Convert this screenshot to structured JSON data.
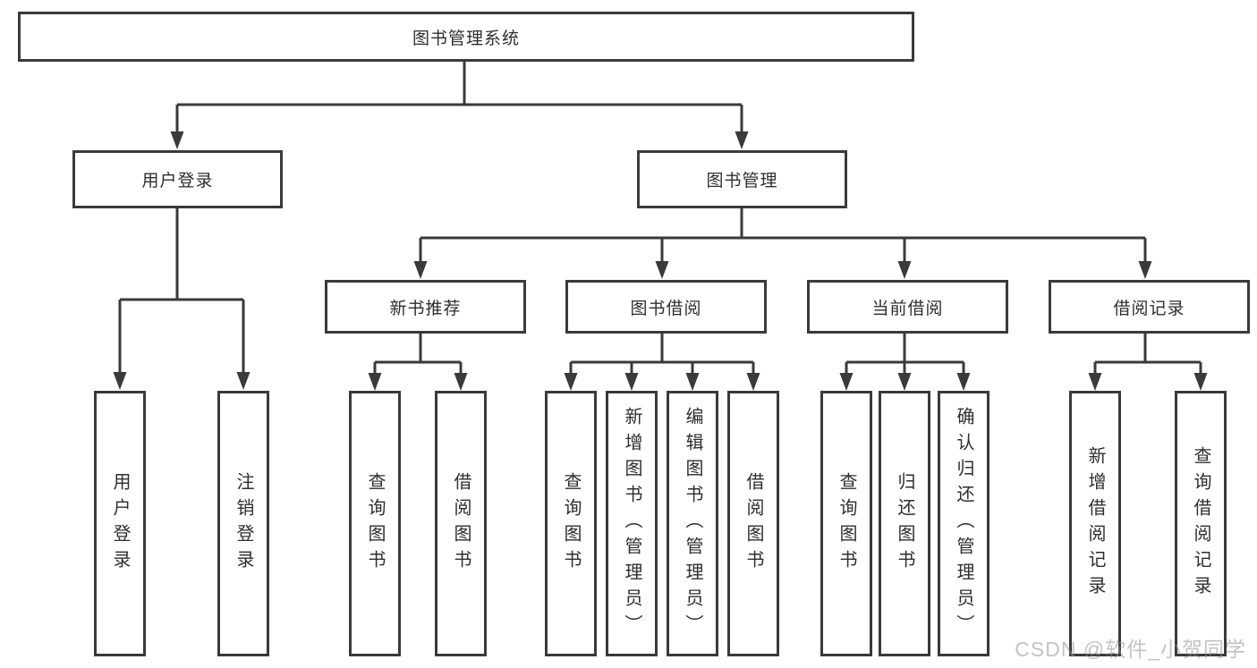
{
  "title": "图书管理系统",
  "tree": {
    "label": "图书管理系统",
    "children": [
      {
        "label": "用户登录",
        "children": [
          {
            "label": "用户登录"
          },
          {
            "label": "注销登录"
          }
        ]
      },
      {
        "label": "图书管理",
        "children": [
          {
            "label": "新书推荐",
            "children": [
              {
                "label": "查询图书"
              },
              {
                "label": "借阅图书"
              }
            ]
          },
          {
            "label": "图书借阅",
            "children": [
              {
                "label": "查询图书"
              },
              {
                "label": "新增图书（管理员）"
              },
              {
                "label": "编辑图书（管理员）"
              },
              {
                "label": "借阅图书"
              }
            ]
          },
          {
            "label": "当前借阅",
            "children": [
              {
                "label": "查询图书"
              },
              {
                "label": "归还图书"
              },
              {
                "label": "确认归还（管理员）"
              }
            ]
          },
          {
            "label": "借阅记录",
            "children": [
              {
                "label": "新增借阅记录"
              },
              {
                "label": "查询借阅记录"
              }
            ]
          }
        ]
      }
    ]
  },
  "watermark": {
    "text": "CSDN @软件_小贺同学"
  },
  "colors": {
    "line": "#3a3a3a",
    "box_border": "#3a3a3a",
    "text": "#2e2e2e",
    "background": "#ffffff",
    "watermark": "#919191"
  }
}
